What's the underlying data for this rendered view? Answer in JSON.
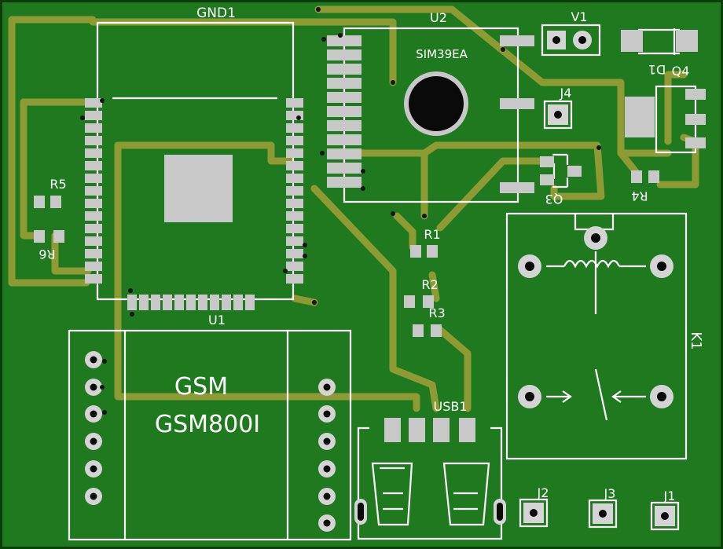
{
  "board": {
    "colors": {
      "copper_fill": "#1f7a1f",
      "trace": "#8e9a34",
      "silkscreen": "#ffffff",
      "pad": "#c8c8c8",
      "drill": "#0a0a0a"
    }
  },
  "labels": {
    "gnd1": "GND1",
    "u2": "U2",
    "u2_part": "SIM39EA",
    "v1": "V1",
    "d1": "D1",
    "q4": "Q4",
    "j4": "J4",
    "q3": "Q3",
    "r4": "R4",
    "r5": "R5",
    "r6": "R6",
    "r1": "R1",
    "r2": "R2",
    "r3": "R3",
    "u1": "U1",
    "gsm": "GSM",
    "gsm_part": "GSM800I",
    "usb1": "USB1",
    "k1": "K1",
    "j1": "J1",
    "j2": "J2",
    "j3": "J3"
  }
}
